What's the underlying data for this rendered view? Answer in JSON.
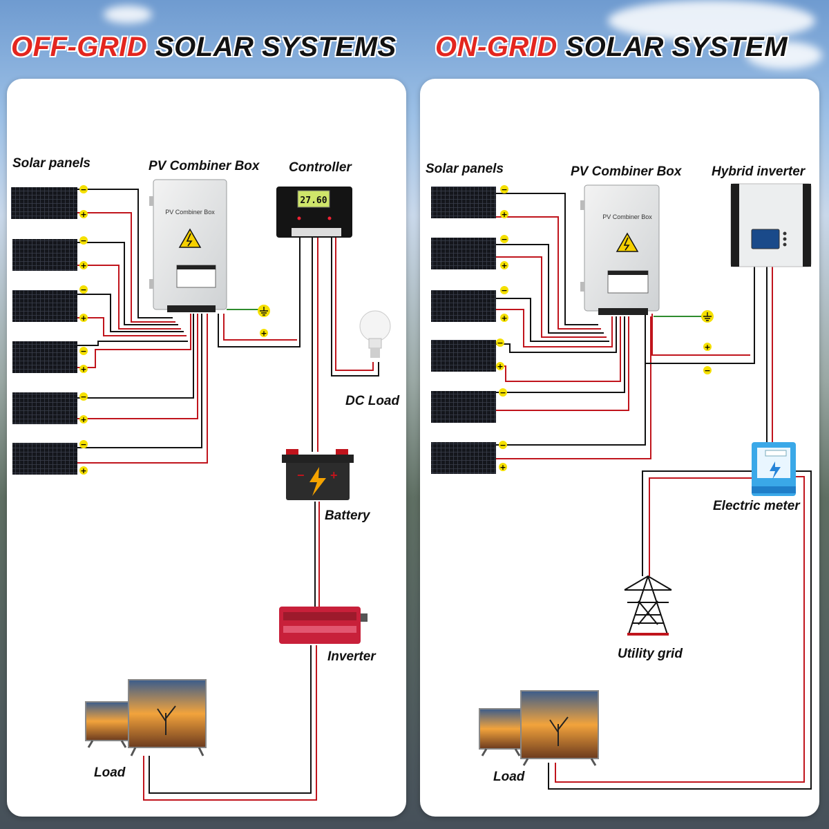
{
  "titles": {
    "left": {
      "accent": "OFF-GRID",
      "rest": " SOLAR SYSTEMS"
    },
    "right": {
      "accent": "ON-GRID",
      "rest": " SOLAR SYSTEM"
    }
  },
  "off_grid": {
    "solar_panels": "Solar panels",
    "combiner_box": "PV Combiner Box",
    "combiner_box_plate": "PV Combiner Box",
    "controller": "Controller",
    "controller_display": "27.60",
    "dc_load": "DC Load",
    "battery": "Battery",
    "inverter": "Inverter",
    "load": "Load"
  },
  "on_grid": {
    "solar_panels": "Solar panels",
    "combiner_box": "PV Combiner Box",
    "combiner_box_plate": "PV Combiner Box",
    "hybrid_inverter": "Hybrid inverter",
    "electric_meter": "Electric meter",
    "utility_grid": "Utility grid",
    "load": "Load"
  },
  "polarity": {
    "plus": "+",
    "minus": "−"
  },
  "colors": {
    "title_accent": "#e3261f",
    "wire_positive": "#c0141c",
    "wire_negative": "#111111",
    "ground_wire": "#2e8b2e",
    "terminal_marker": "#f5e000"
  },
  "icons": [
    "solar-panel-icon",
    "combiner-box-icon",
    "charge-controller-icon",
    "light-bulb-icon",
    "battery-icon",
    "power-inverter-icon",
    "television-icon",
    "hybrid-inverter-icon",
    "electric-meter-icon",
    "transmission-tower-icon",
    "ground-icon"
  ]
}
